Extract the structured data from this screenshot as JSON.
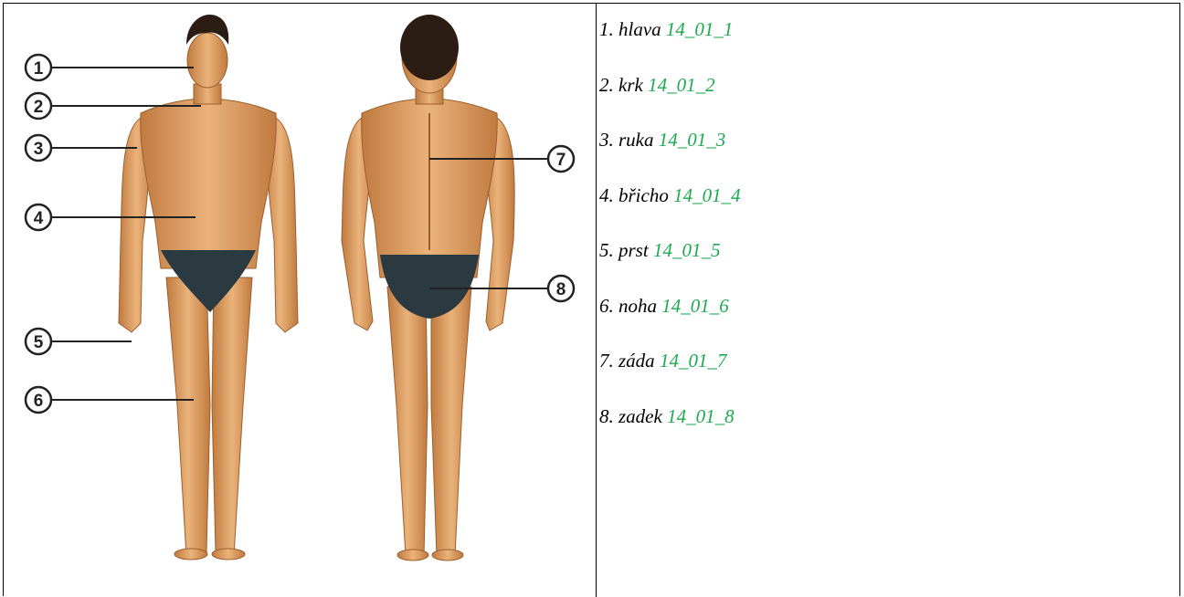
{
  "vocabulary": [
    {
      "prefix": "1. hlava ",
      "code": "14_01_1"
    },
    {
      "prefix": "2. krk ",
      "code": "14_01_2"
    },
    {
      "prefix": "3. ruka ",
      "code": "14_01_3"
    },
    {
      "prefix": "4. břicho ",
      "code": "14_01_4"
    },
    {
      "prefix": "5. prst ",
      "code": "14_01_5"
    },
    {
      "prefix": "6. noha ",
      "code": "14_01_6"
    },
    {
      "prefix": "7. záda ",
      "code": "14_01_7"
    },
    {
      "prefix": "8. zadek ",
      "code": "14_01_8"
    }
  ],
  "callouts": [
    "1",
    "2",
    "3",
    "4",
    "5",
    "6",
    "7",
    "8"
  ],
  "colors": {
    "code": "#1eaa50",
    "skin": "#e2a267",
    "skin_shadow": "#b9753f",
    "hair": "#2b1d14",
    "briefs": "#2a3a40"
  }
}
